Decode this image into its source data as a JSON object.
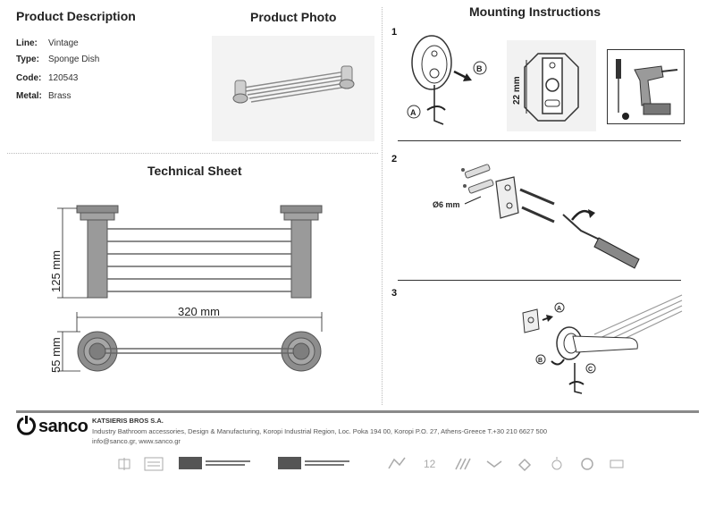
{
  "headings": {
    "product_description": "Product Description",
    "product_photo": "Product Photo",
    "mounting_instructions": "Mounting Instructions",
    "technical_sheet": "Technical Sheet"
  },
  "specs": [
    {
      "label": "Line:",
      "value": "Vintage"
    },
    {
      "label": "Type:",
      "value": "Sponge Dish"
    },
    {
      "label": "Code:",
      "value": "120543"
    },
    {
      "label": "Metal:",
      "value": "Brass"
    }
  ],
  "technical": {
    "height": "125 mm",
    "width": "320 mm",
    "depth": "55 mm"
  },
  "steps": {
    "s1": {
      "number": "1",
      "callout_a": "A",
      "callout_b": "B",
      "plate_dim": "22 mm"
    },
    "s2": {
      "number": "2",
      "hole_dim": "Ø6 mm"
    },
    "s3": {
      "number": "3",
      "callout_a": "A",
      "callout_b": "B",
      "callout_c": "C"
    }
  },
  "footer": {
    "brand": "sanco",
    "company": "KATSIERIS BROS S.A.",
    "address": "Industry Bathroom accessories, Design & Manufacturing, Koropi Industrial Region, Loc. Poka 194 00, Koropi P.O. 27, Athens-Greece   T.+30 210 6627 500",
    "email": "info@sanco.gr, www.sanco.gr"
  },
  "colors": {
    "accent": "#8a8a8a",
    "text": "#222222"
  }
}
